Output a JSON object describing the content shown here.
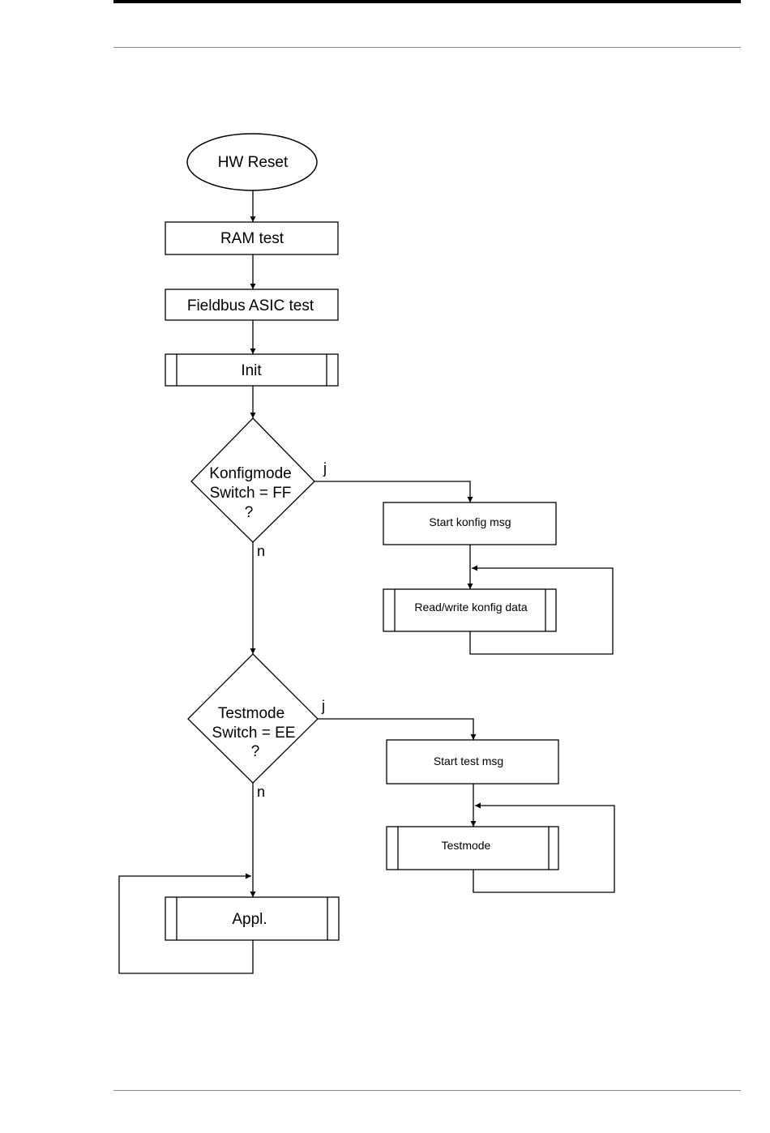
{
  "nodes": {
    "hw_reset": "HW Reset",
    "ram_test": "RAM test",
    "fieldbus_asic_test": "Fieldbus ASIC test",
    "init": "Init",
    "konfigmode_decision": [
      "Konfigmode",
      "Switch = FF",
      "?"
    ],
    "start_konfig_msg": "Start konfig msg",
    "read_write_konfig_data": "Read/write konfig data",
    "testmode_decision": [
      "Testmode",
      "Switch = EE",
      "?"
    ],
    "start_test_msg": "Start test msg",
    "testmode": "Testmode",
    "appl": "Appl."
  },
  "branch_labels": {
    "yes": "j",
    "no": "n"
  }
}
